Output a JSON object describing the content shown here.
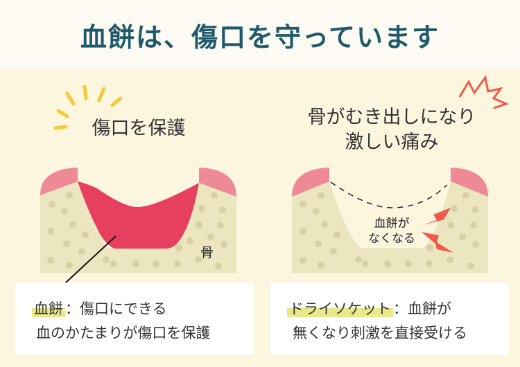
{
  "title": "血餅は、傷口を守っています",
  "left_panel": {
    "heading": "傷口を保護",
    "bone_label": "骨",
    "caption": {
      "term": "血餅",
      "separator": "：",
      "line1_rest": "傷口にできる",
      "line2": "血のかたまりが傷口を保護"
    }
  },
  "right_panel": {
    "heading_line1": "骨がむき出しになり",
    "heading_line2": "激しい痛み",
    "socket_label_line1": "血餅が",
    "socket_label_line2": "なくなる",
    "caption": {
      "term": "ドライソケット",
      "separator": "：",
      "line1_rest": "血餅が",
      "line2": "無くなり刺激を直接受ける"
    }
  },
  "colors": {
    "title": "#1e5a6c",
    "background": "#fdf6df",
    "bone": "#ebe6c0",
    "bone_dots": "#d8d0a6",
    "gum": "#ee8a96",
    "blood_clot": "#e7405f",
    "highlight": "#e8e98a",
    "lightning": "#ef5a4a",
    "sparkle": "#f5c93a"
  }
}
